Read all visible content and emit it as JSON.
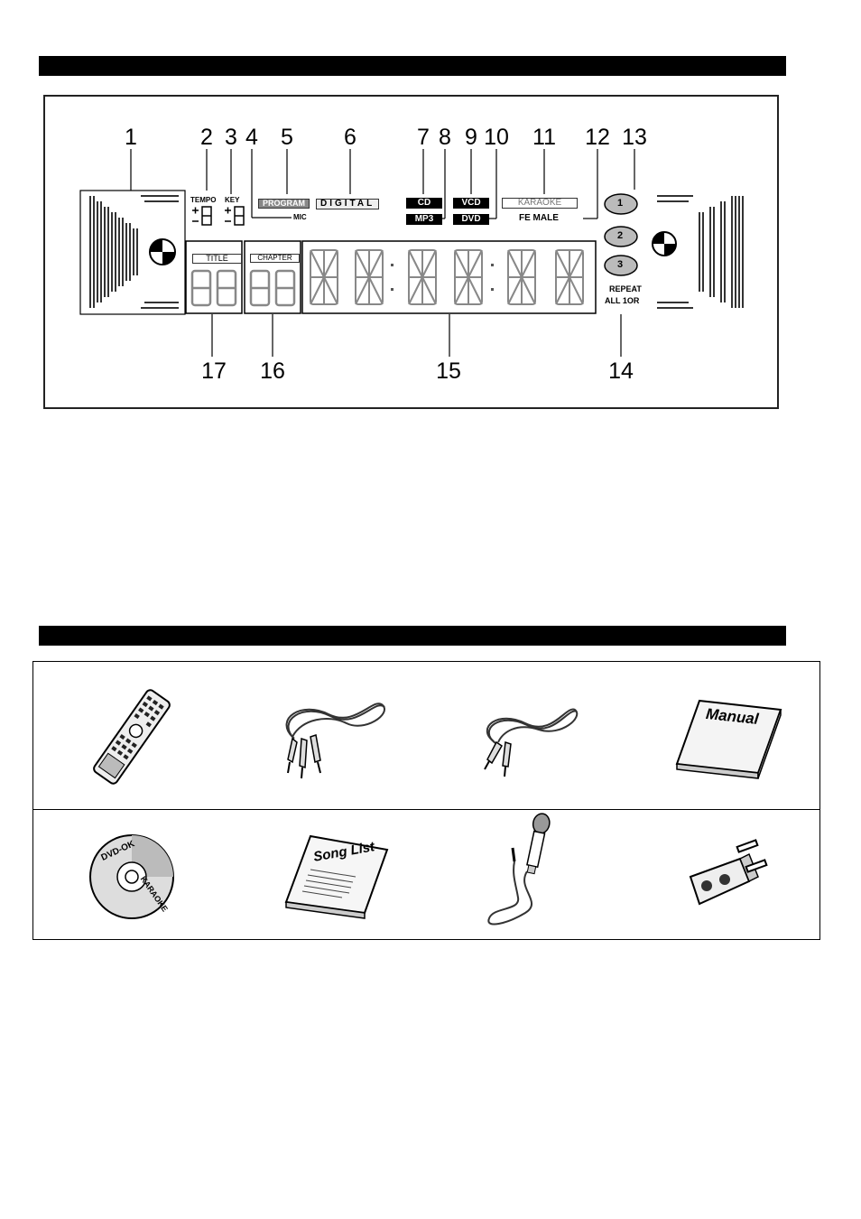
{
  "display_panel": {
    "callouts_top": [
      "1",
      "2",
      "3",
      "4",
      "5",
      "6",
      "7",
      "8",
      "9",
      "10",
      "11",
      "12",
      "13"
    ],
    "callouts_bottom": [
      "17",
      "16",
      "15",
      "14"
    ],
    "labels": {
      "tempo": "TEMPO",
      "key": "KEY",
      "program": "PROGRAM",
      "mic": "MIC",
      "digital": "DIGITAL",
      "cd": "CD",
      "mp3": "MP3",
      "vcd": "VCD",
      "dvd": "DVD",
      "karaoke": "KARAOKE",
      "fe_male": "FE MALE",
      "title": "TITLE",
      "chapter": "CHAPTER",
      "repeat": "REPEAT",
      "all_1or": "ALL 1OR",
      "circle_1": "1",
      "circle_2": "2",
      "circle_3": "3"
    }
  },
  "accessories": {
    "manual_label": "Manual",
    "song_list_label": "Song List",
    "disc_top_label": "DVD-OK",
    "disc_bottom_label": "KARAOKE"
  },
  "colors": {
    "bar": "#000000",
    "lcd_gray": "#888888"
  }
}
